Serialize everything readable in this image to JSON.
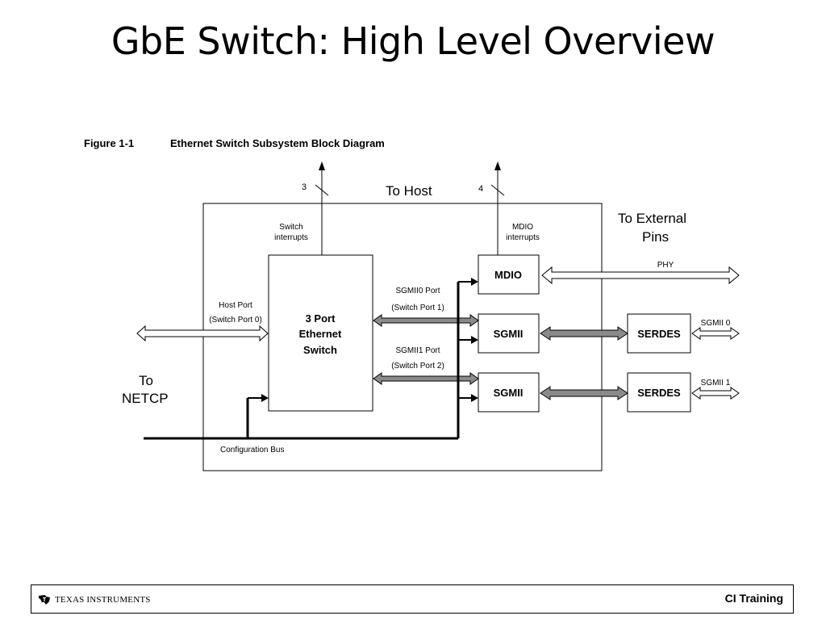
{
  "slide": {
    "title": "GbE Switch: High Level Overview"
  },
  "figure": {
    "number": "Figure 1-1",
    "caption": "Ethernet Switch Subsystem Block Diagram"
  },
  "labels": {
    "to_host": "To Host",
    "to_external_line1": "To External",
    "to_external_line2": "Pins",
    "to_netcp_line1": "To",
    "to_netcp_line2": "NETCP",
    "bus_width_switch": "3",
    "bus_width_mdio": "4",
    "switch_interrupts_line1": "Switch",
    "switch_interrupts_line2": "interrupts",
    "mdio_interrupts_line1": "MDIO",
    "mdio_interrupts_line2": "interrupts",
    "host_port_line1": "Host Port",
    "host_port_line2": "(Switch Port 0)",
    "sgmii0_port_line1": "SGMII0 Port",
    "sgmii0_port_line2": "(Switch Port 1)",
    "sgmii1_port_line1": "SGMII1 Port",
    "sgmii1_port_line2": "(Switch Port 2)",
    "phy": "PHY",
    "sgmii_0": "SGMII 0",
    "sgmii_1": "SGMII 1",
    "config_bus": "Configuration Bus"
  },
  "blocks": {
    "switch_line1": "3 Port",
    "switch_line2": "Ethernet",
    "switch_line3": "Switch",
    "mdio": "MDIO",
    "sgmii_top": "SGMII",
    "sgmii_bottom": "SGMII",
    "serdes_top": "SERDES",
    "serdes_bottom": "SERDES"
  },
  "footer": {
    "company": "Texas Instruments",
    "company_small_caps": "TEXAS INSTRUMENTS",
    "training": "CI Training"
  }
}
